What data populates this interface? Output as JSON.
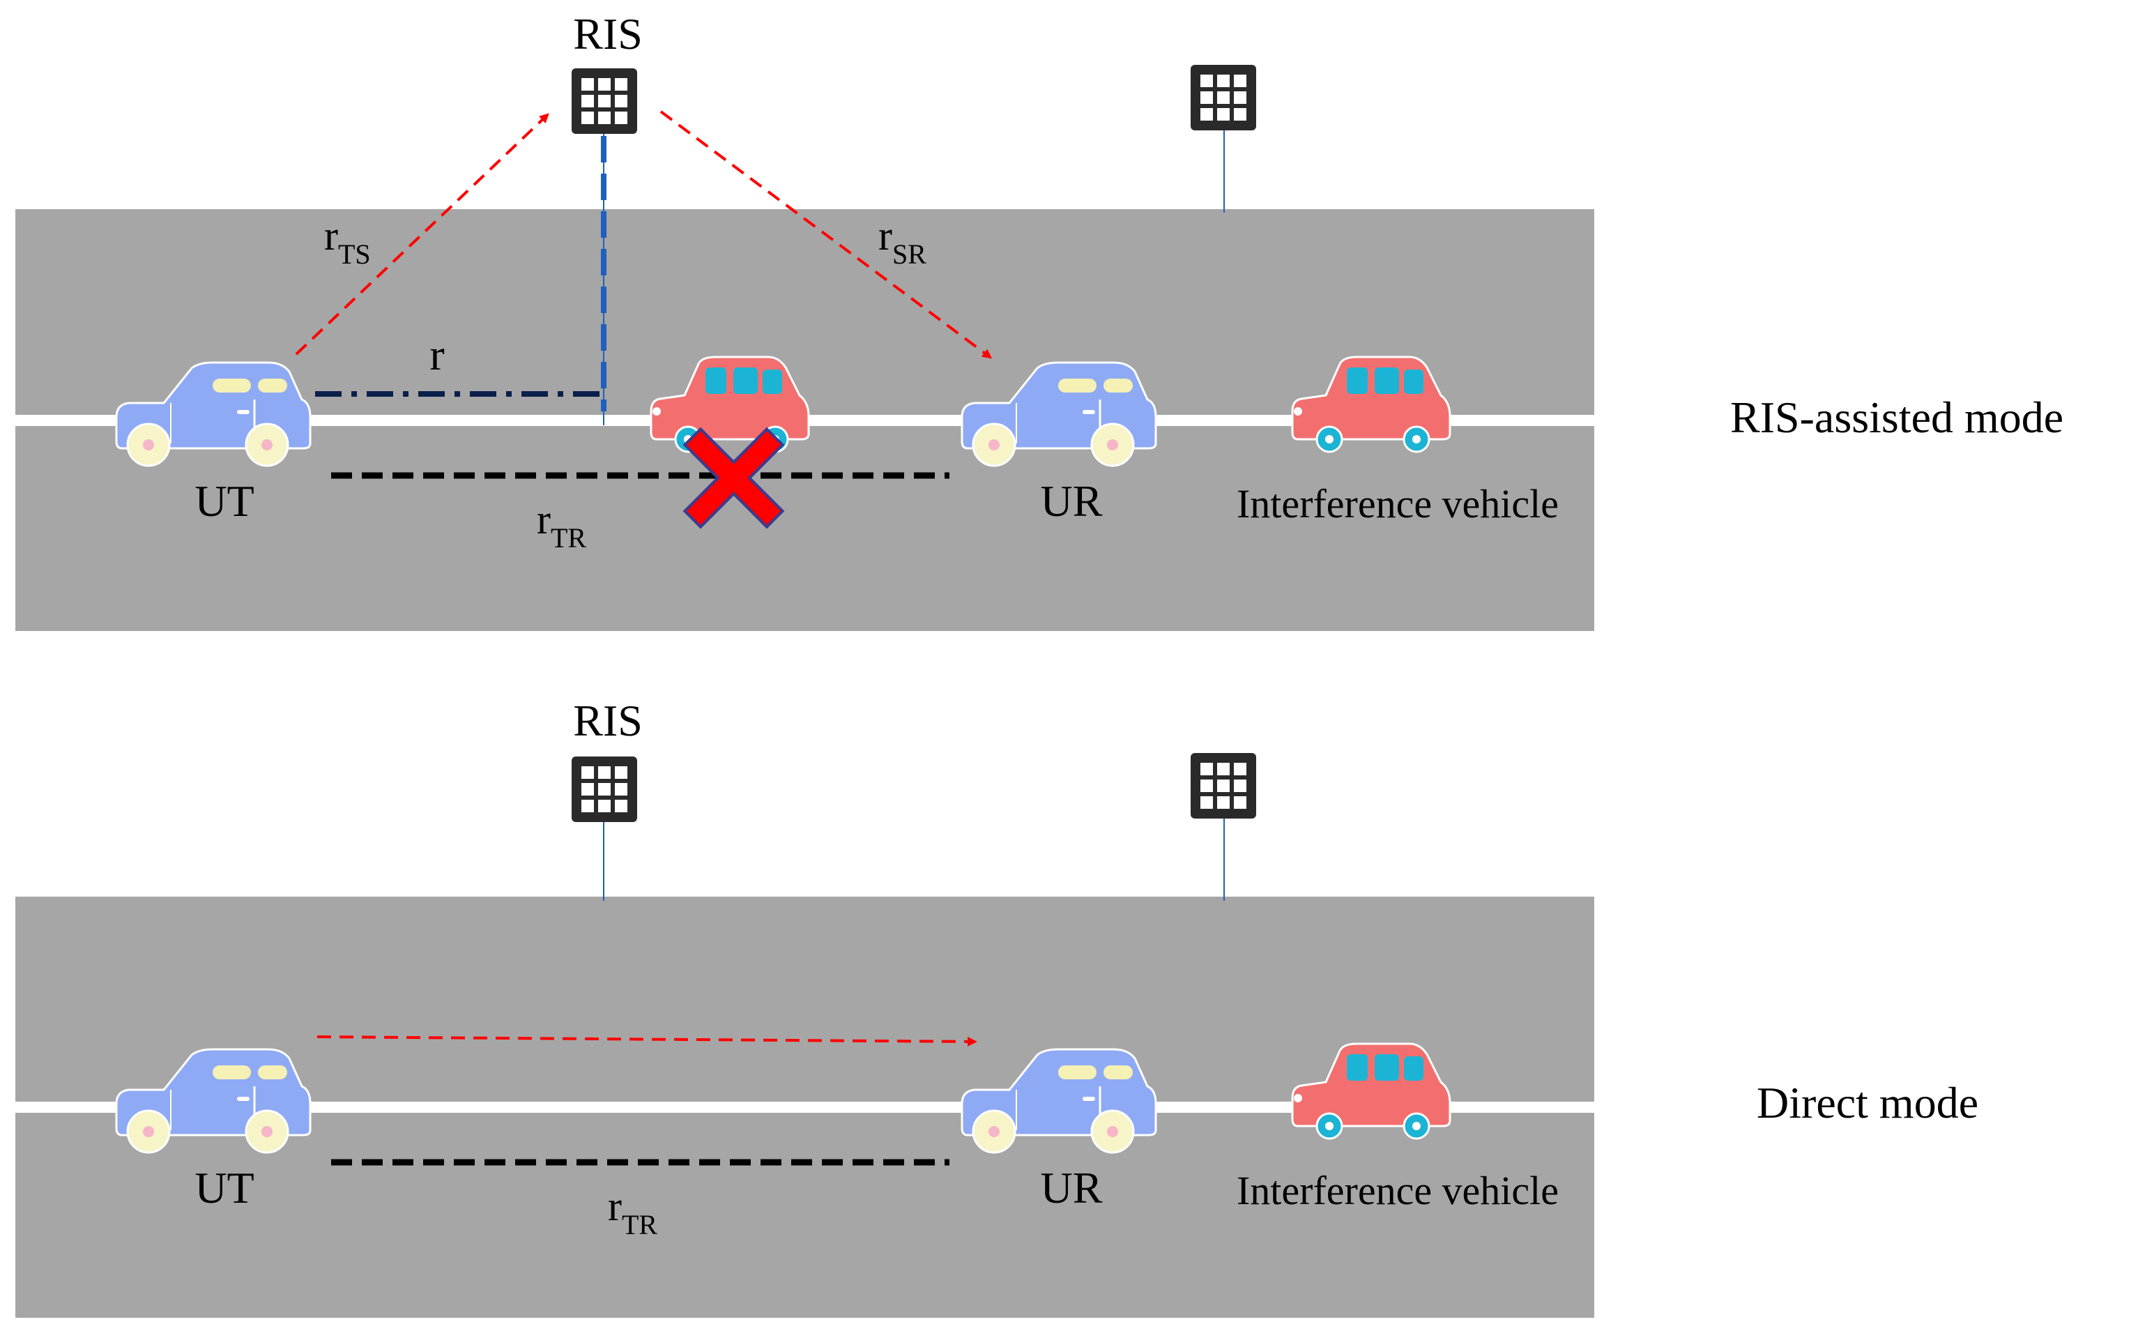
{
  "colors": {
    "road": "#a6a6a6",
    "lane_line": "#ffffff",
    "blue_car": "#8faaf5",
    "blue_car_window": "#f5f0b4",
    "red_car": "#f36f6f",
    "red_car_window": "#1cb4d4",
    "wheel": "#f7f4c8",
    "red_wheel": "#1cb4d4",
    "signal_arrow": "#ff0000",
    "ris_height_line": "#1f5fbf",
    "horizontal_distance_line": "#0a1f4a",
    "direct_distance_line": "#000000",
    "blocked_x": "#ff0000",
    "ris_panel": "#2a2a2a"
  },
  "top_panel": {
    "mode_label": "RIS-assisted mode",
    "ris_label": "RIS",
    "ut_label": "UT",
    "ur_label": "UR",
    "interference_label": "Interference vehicle",
    "r_label": "r",
    "r_ts_main": "r",
    "r_ts_sub": "TS",
    "r_sr_main": "r",
    "r_sr_sub": "SR",
    "r_tr_main": "r",
    "r_tr_sub": "TR",
    "icons": [
      "ris-panel-icon",
      "ris-panel-icon",
      "blue-car-icon",
      "blue-car-icon",
      "red-car-icon",
      "red-car-icon",
      "blocked-x-icon"
    ]
  },
  "bottom_panel": {
    "mode_label": "Direct mode",
    "ris_label": "RIS",
    "ut_label": "UT",
    "ur_label": "UR",
    "interference_label": "Interference vehicle",
    "r_tr_main": "r",
    "r_tr_sub": "TR",
    "icons": [
      "ris-panel-icon",
      "ris-panel-icon",
      "blue-car-icon",
      "blue-car-icon",
      "red-car-icon"
    ]
  }
}
